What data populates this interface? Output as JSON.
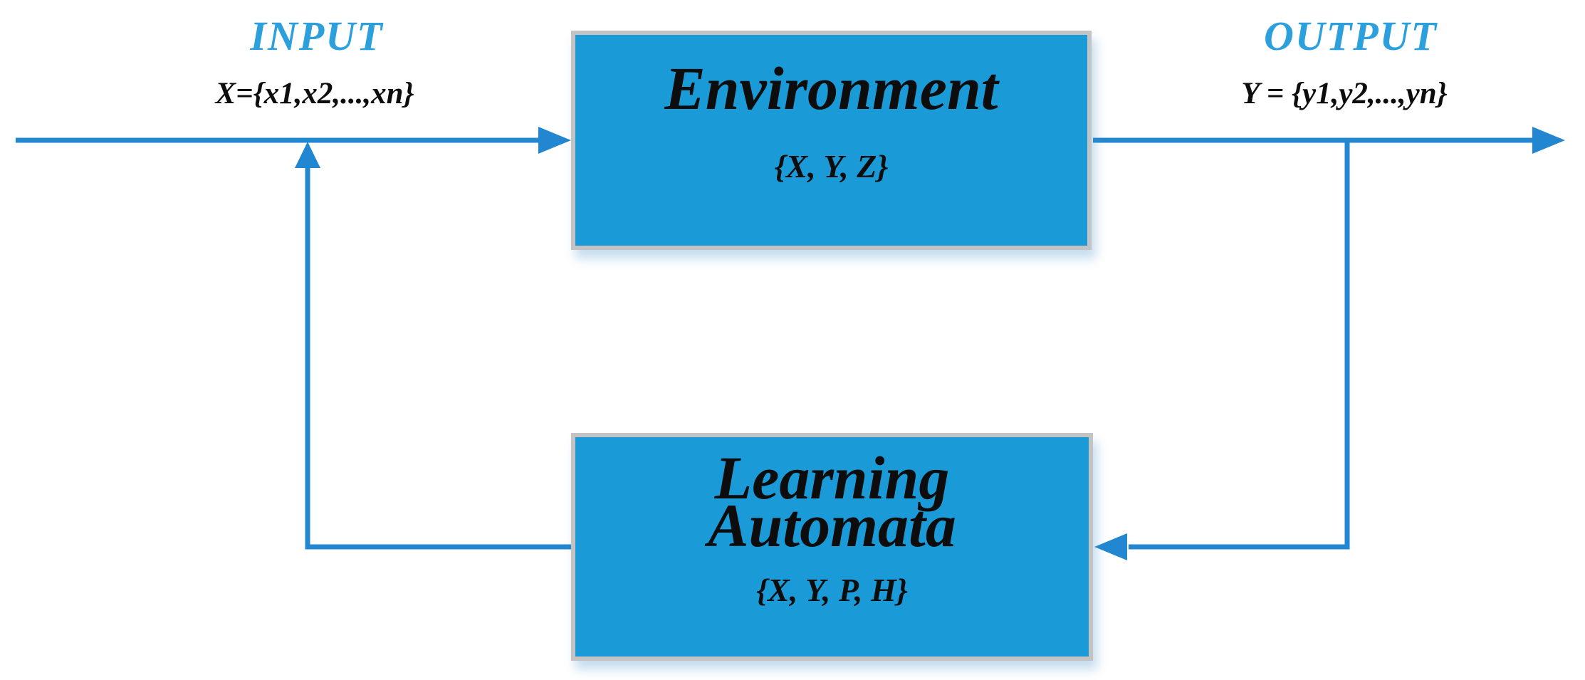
{
  "diagram": {
    "input": {
      "label": "INPUT",
      "formula": "X={x1,x2,...,xn}"
    },
    "output": {
      "label": "OUTPUT",
      "formula": "Y = {y1,y2,...,yn}"
    },
    "environment_box": {
      "title": "Environment",
      "tuple": "{X, Y, Z}"
    },
    "learning_automata_box": {
      "title_line1": "Learning",
      "title_line2": "Automata",
      "tuple": "{X, Y, P, H}"
    }
  },
  "colors": {
    "box_fill": "#1b9ad8",
    "box_border": "#c3c3c3",
    "line_blue": "#2287d0",
    "label_blue": "#2ca0dc",
    "text_black": "#0d0d0d"
  }
}
